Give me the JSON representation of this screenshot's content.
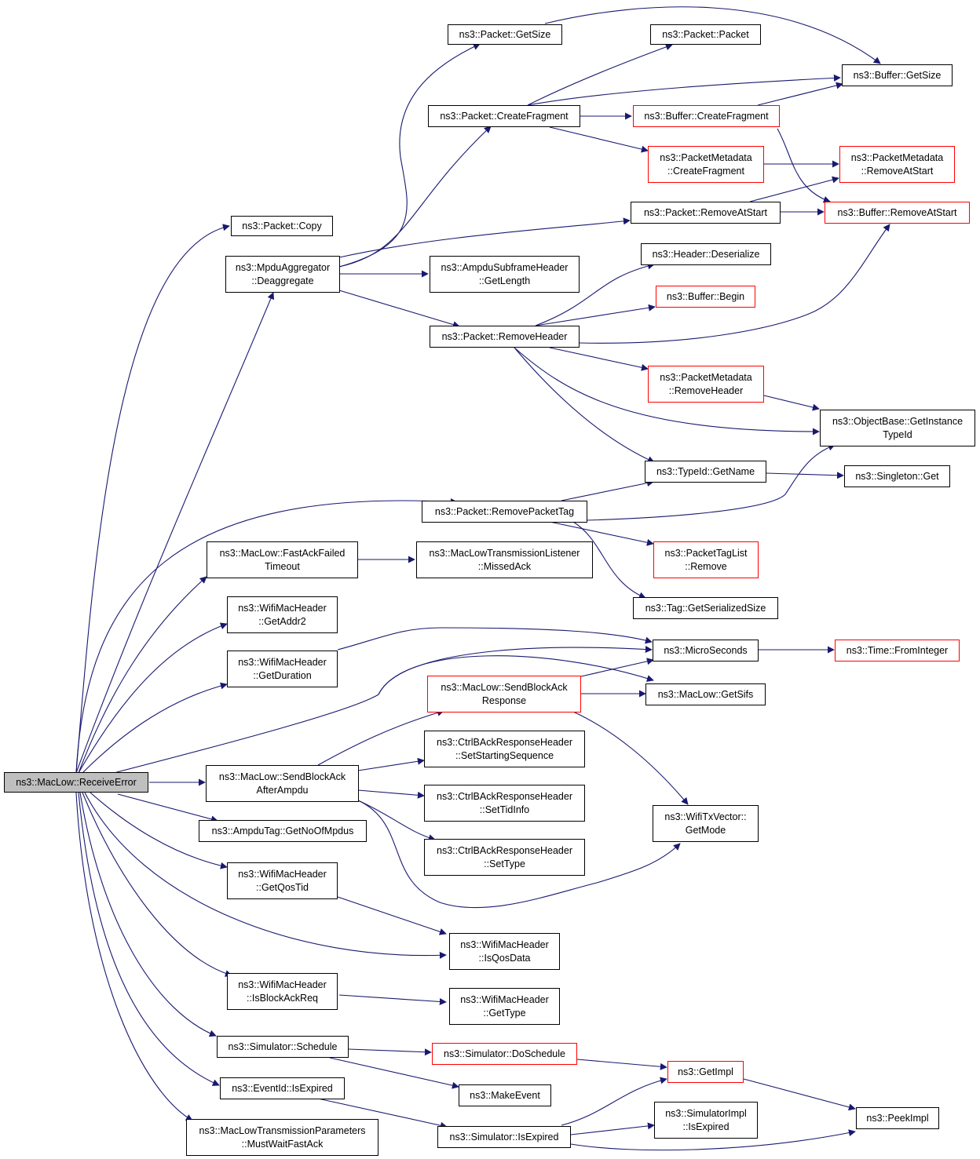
{
  "graph": {
    "line_color": "#191970",
    "root_fill": "#bfbfbf",
    "red_border": "#ff0000",
    "nodes": {
      "root": [
        "ns3::MacLow::ReceiveError"
      ],
      "packet_copy": [
        "ns3::Packet::Copy"
      ],
      "mpdu_deaggregate": [
        "ns3::MpduAggregator",
        "::Deaggregate"
      ],
      "packet_getsize": [
        "ns3::Packet::GetSize"
      ],
      "packet_packet": [
        "ns3::Packet::Packet"
      ],
      "buffer_getsize": [
        "ns3::Buffer::GetSize"
      ],
      "packet_createfragment": [
        "ns3::Packet::CreateFragment"
      ],
      "buffer_createfragment": [
        "ns3::Buffer::CreateFragment"
      ],
      "pm_createfragment": [
        "ns3::PacketMetadata",
        "::CreateFragment"
      ],
      "pm_removeatstart": [
        "ns3::PacketMetadata",
        "::RemoveAtStart"
      ],
      "packet_removeatstart": [
        "ns3::Packet::RemoveAtStart"
      ],
      "buffer_removeatstart": [
        "ns3::Buffer::RemoveAtStart"
      ],
      "header_deserialize": [
        "ns3::Header::Deserialize"
      ],
      "ampdu_subframe_getlength": [
        "ns3::AmpduSubframeHeader",
        "::GetLength"
      ],
      "buffer_begin": [
        "ns3::Buffer::Begin"
      ],
      "packet_removeheader": [
        "ns3::Packet::RemoveHeader"
      ],
      "pm_removeheader": [
        "ns3::PacketMetadata",
        "::RemoveHeader"
      ],
      "objectbase_getinstancetypeid": [
        "ns3::ObjectBase::GetInstance",
        "TypeId"
      ],
      "typeid_getname": [
        "ns3::TypeId::GetName"
      ],
      "singleton_get": [
        "ns3::Singleton::Get"
      ],
      "packet_removepackettag": [
        "ns3::Packet::RemovePacketTag"
      ],
      "maclow_fastackfailedtimeout": [
        "ns3::MacLow::FastAckFailed",
        "Timeout"
      ],
      "listener_missedack": [
        "ns3::MacLowTransmissionListener",
        "::MissedAck"
      ],
      "packettaglist_remove": [
        "ns3::PacketTagList",
        "::Remove"
      ],
      "tag_getserializedsize": [
        "ns3::Tag::GetSerializedSize"
      ],
      "wifimacheader_getaddr2": [
        "ns3::WifiMacHeader",
        "::GetAddr2"
      ],
      "wifimacheader_getduration": [
        "ns3::WifiMacHeader",
        "::GetDuration"
      ],
      "microseconds": [
        "ns3::MicroSeconds"
      ],
      "time_frominteger": [
        "ns3::Time::FromInteger"
      ],
      "maclow_sendblockackresponse": [
        "ns3::MacLow::SendBlockAck",
        "Response"
      ],
      "maclow_getsifs": [
        "ns3::MacLow::GetSifs"
      ],
      "ctrl_setstartingsequence": [
        "ns3::CtrlBAckResponseHeader",
        "::SetStartingSequence"
      ],
      "maclow_sendblockackafterampdu": [
        "ns3::MacLow::SendBlockAck",
        "AfterAmpdu"
      ],
      "ctrl_settidinfo": [
        "ns3::CtrlBAckResponseHeader",
        "::SetTidInfo"
      ],
      "wifitxvector_getmode": [
        "ns3::WifiTxVector::",
        "GetMode"
      ],
      "ampdutag_getnoofmpdus": [
        "ns3::AmpduTag::GetNoOfMpdus"
      ],
      "ctrl_settype": [
        "ns3::CtrlBAckResponseHeader",
        "::SetType"
      ],
      "wifimacheader_getqostid": [
        "ns3::WifiMacHeader",
        "::GetQosTid"
      ],
      "wifimacheader_isqosdata": [
        "ns3::WifiMacHeader",
        "::IsQosData"
      ],
      "wifimacheader_isblockackreq": [
        "ns3::WifiMacHeader",
        "::IsBlockAckReq"
      ],
      "wifimacheader_gettype": [
        "ns3::WifiMacHeader",
        "::GetType"
      ],
      "simulator_schedule": [
        "ns3::Simulator::Schedule"
      ],
      "simulator_doschedule": [
        "ns3::Simulator::DoSchedule"
      ],
      "getimpl": [
        "ns3::GetImpl"
      ],
      "eventid_isexpired": [
        "ns3::EventId::IsExpired"
      ],
      "makeevent": [
        "ns3::MakeEvent"
      ],
      "peekimpl": [
        "ns3::PeekImpl"
      ],
      "simulatorimpl_isexpired": [
        "ns3::SimulatorImpl",
        "::IsExpired"
      ],
      "params_mustwaitfastack": [
        "ns3::MacLowTransmissionParameters",
        "::MustWaitFastAck"
      ],
      "simulator_isexpired": [
        "ns3::Simulator::IsExpired"
      ]
    }
  }
}
